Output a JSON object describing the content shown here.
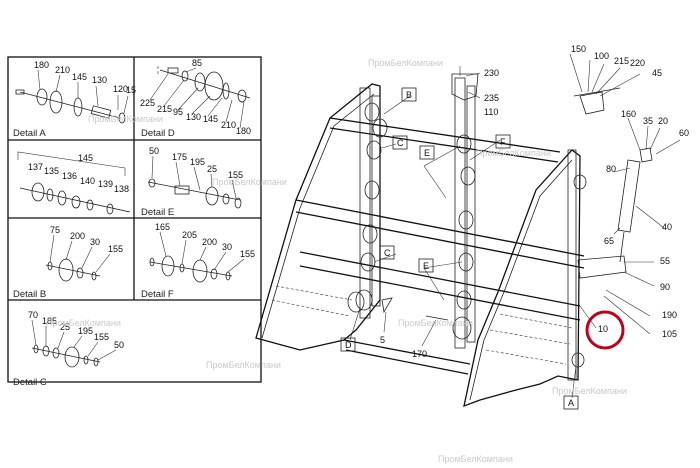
{
  "watermark": "ПромБелКомпани",
  "details": [
    {
      "label": "Detail A",
      "parts": [
        "180",
        "210",
        "145",
        "130",
        "120",
        "15"
      ]
    },
    {
      "label": "Detail D",
      "parts": [
        "85",
        "225",
        "215",
        "95",
        "130",
        "145",
        "210",
        "180"
      ]
    },
    {
      "label": "Detail E",
      "parts": [
        "50",
        "175",
        "195",
        "25",
        "155"
      ]
    },
    {
      "label": "Detail B",
      "parts": [
        "75",
        "200",
        "30",
        "155"
      ]
    },
    {
      "label": "Detail F",
      "parts": [
        "165",
        "205",
        "200",
        "30",
        "155"
      ]
    },
    {
      "label": "Detail C",
      "parts": [
        "70",
        "185",
        "25",
        "195",
        "155",
        "50"
      ]
    }
  ],
  "detail_extra": {
    "a2_parts": [
      "145",
      "137",
      "135",
      "136",
      "140",
      "139",
      "138"
    ]
  },
  "main_parts": {
    "top": [
      "230",
      "235",
      "110"
    ],
    "right_top": [
      "150",
      "100",
      "215",
      "220",
      "45"
    ],
    "right_mid": [
      "160",
      "35",
      "20",
      "60"
    ],
    "right_side": [
      "80",
      "65",
      "40"
    ],
    "right_low": [
      "55",
      "90",
      "190",
      "105"
    ],
    "bottom": [
      "5",
      "170"
    ],
    "highlighted": "10"
  },
  "main_letters": [
    "B",
    "C",
    "E",
    "F",
    "C",
    "E",
    "D",
    "A"
  ],
  "highlight_color": "#c0001a"
}
